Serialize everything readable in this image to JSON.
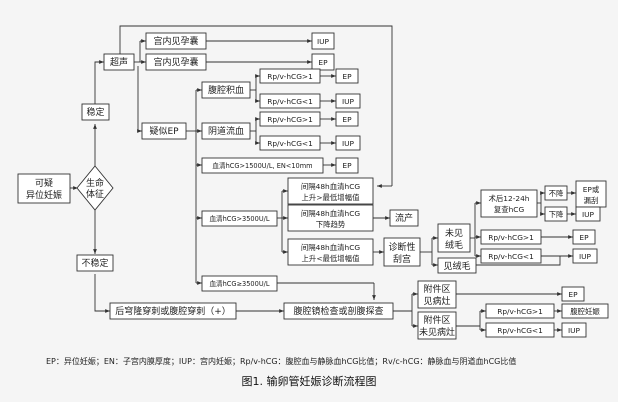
{
  "nodes": {
    "suspect_ep": [
      "可疑",
      "异位妊娠"
    ],
    "vital": [
      "生命",
      "体征"
    ],
    "stable": "稳定",
    "unstable": "不稳定",
    "ultrasound": "超声",
    "iup_sac": "宫内见孕囊",
    "ep_sac": "宫内见孕囊",
    "susp_ep": "疑似EP",
    "hemoperitoneum": "腹腔积血",
    "vag_bleed": "阴道流血",
    "hcg_1500": "血清hCG>1500U/L, EN<10mm",
    "hcg_3500": "血清hCG>3500U/L",
    "hcg_ge3500": "血清hCG≥3500U/L",
    "rise_gt_min": [
      "间隔48h血清hCG",
      "上升>最低增幅值"
    ],
    "decline": [
      "间隔48h血清hCG",
      "下降趋势"
    ],
    "rise_lt_min": [
      "间隔48h血清hCG",
      "上升<最低增幅值"
    ],
    "abortion": "流产",
    "curettage": [
      "诊断性",
      "刮宫"
    ],
    "no_villi": [
      "未见",
      "绒毛"
    ],
    "villi_seen": "见绒毛",
    "recheck": [
      "术后12-24h",
      "复查hCG"
    ],
    "no_drop": "不降",
    "drop": "下降",
    "ep_leak": [
      "EP或",
      "漏刮"
    ],
    "culdocentesis": "后穹隆穿刺或腹腔穿刺（+）",
    "laparoscopy": "腹腔镜检查或剖腹探查",
    "adnexa_mass": [
      "附件区",
      "见病灶"
    ],
    "adnexa_none": [
      "附件区",
      "未见病灶"
    ],
    "ratio_gt1": "Rp/v-hCG>1",
    "ratio_lt1": "Rp/v-hCG<1",
    "ep": "EP",
    "iup": "IUP",
    "abd_preg": "腹腔妊娠"
  },
  "footnote": "EP：异位妊娠；EN：子宫内膜厚度；IUP：宫内妊娠；Rp/v-hCG：腹腔血与静脉血hCG比值；Rv/c-hCG：静脉血与阴道血hCG比值",
  "caption": "图1. 输卵管妊娠诊断流程图"
}
